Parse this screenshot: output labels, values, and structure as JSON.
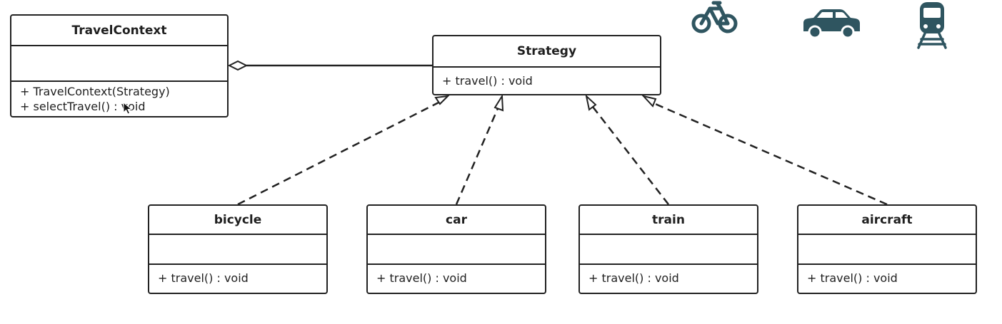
{
  "diagram": {
    "context": {
      "name": "TravelContext",
      "operations": [
        "+ TravelContext(Strategy)",
        "+ selectTravel() : void"
      ]
    },
    "strategy": {
      "name": "Strategy",
      "operations": [
        "+ travel() : void"
      ]
    },
    "implementations": [
      {
        "name": "bicycle",
        "operations": [
          "+ travel() : void"
        ]
      },
      {
        "name": "car",
        "operations": [
          "+ travel() : void"
        ]
      },
      {
        "name": "train",
        "operations": [
          "+ travel() : void"
        ]
      },
      {
        "name": "aircraft",
        "operations": [
          "+ travel() : void"
        ]
      }
    ]
  },
  "icons": [
    "bicycle-icon",
    "car-icon",
    "train-icon"
  ],
  "colors": {
    "line": "#222222",
    "icon": "#2f5560"
  }
}
